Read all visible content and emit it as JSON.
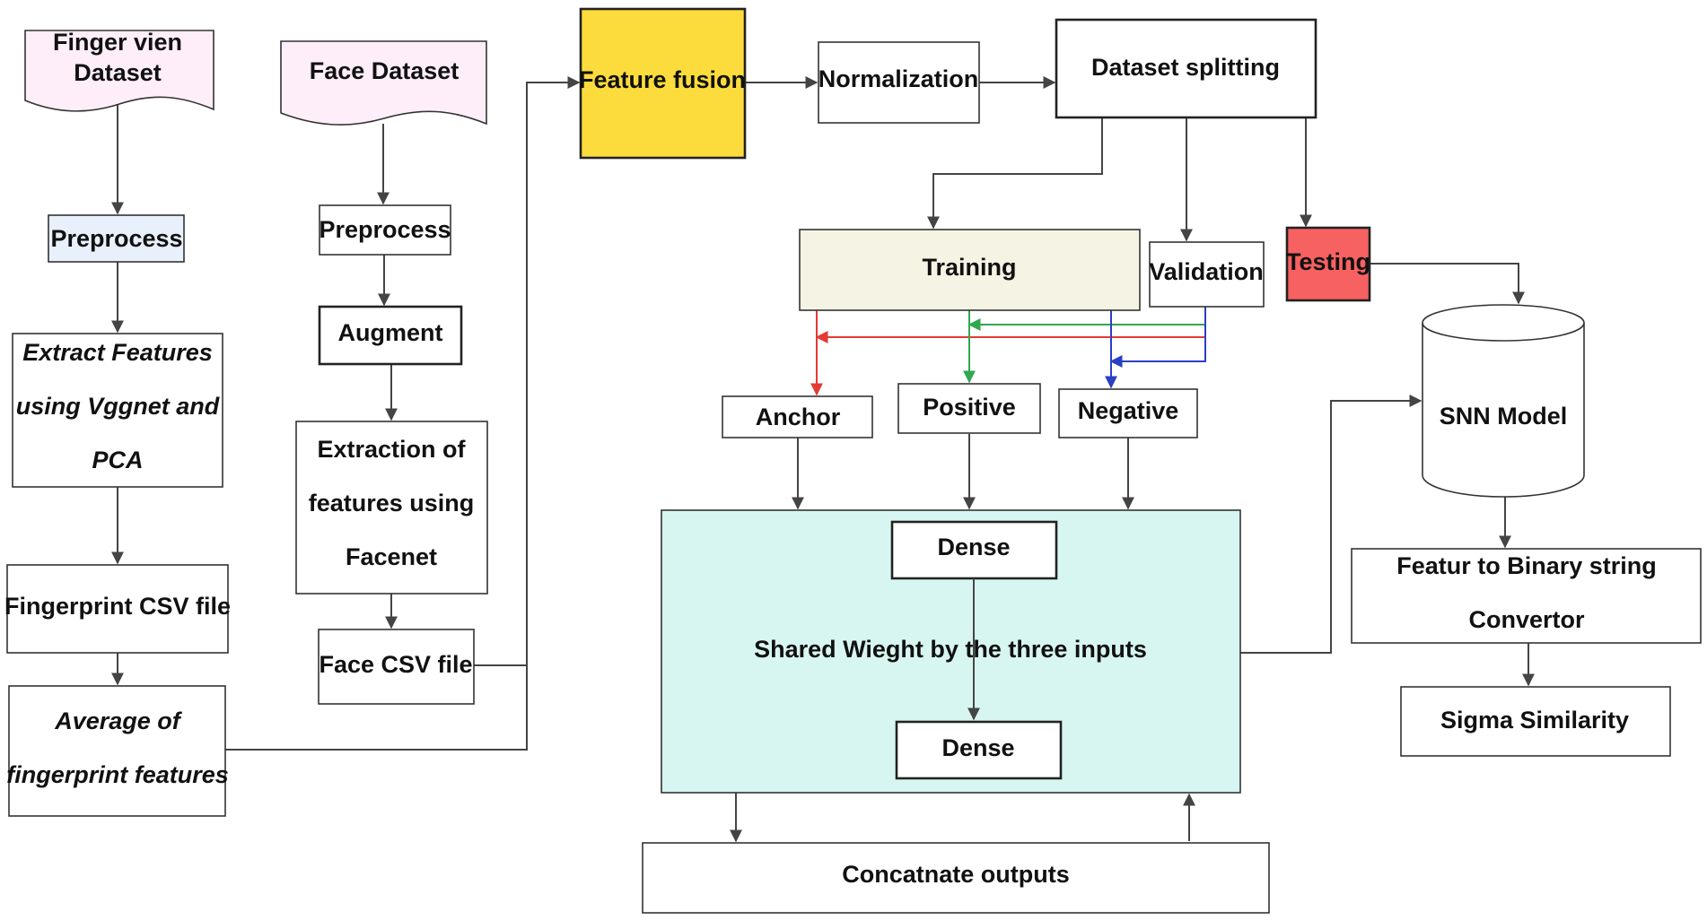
{
  "nodes": {
    "finger_dataset": {
      "lines": [
        "Finger vien",
        "Dataset"
      ],
      "fill": "#fdeefa"
    },
    "face_dataset": {
      "lines": [
        "Face Dataset"
      ],
      "fill": "#fdeefa"
    },
    "preprocess_finger": {
      "lines": [
        "Preprocess"
      ],
      "fill": "#e8f1fb",
      "text_color": "#445566"
    },
    "preprocess_face": {
      "lines": [
        "Preprocess"
      ]
    },
    "augment": {
      "lines": [
        "Augment"
      ]
    },
    "extract_vgg": {
      "lines": [
        "Extract Features",
        "using Vggnet and",
        "PCA"
      ]
    },
    "extract_facenet": {
      "lines": [
        "Extraction  of",
        "features using",
        "Facenet"
      ]
    },
    "fingerprint_csv": {
      "lines": [
        "Fingerprint CSV file"
      ]
    },
    "face_csv": {
      "lines": [
        "Face CSV file"
      ]
    },
    "avg_fingerprint": {
      "lines": [
        "Average of",
        "fingerprint features"
      ]
    },
    "feature_fusion": {
      "lines": [
        "Feature fusion"
      ],
      "fill": "#fcdc3c"
    },
    "normalization": {
      "lines": [
        "Normalization"
      ]
    },
    "dataset_splitting": {
      "lines": [
        "Dataset  splitting"
      ]
    },
    "training": {
      "lines": [
        "Training"
      ],
      "fill": "#f5f3e3"
    },
    "validation": {
      "lines": [
        "Validation"
      ]
    },
    "testing": {
      "lines": [
        "Testing"
      ],
      "fill": "#f86161"
    },
    "anchor": {
      "lines": [
        "Anchor"
      ]
    },
    "positive": {
      "lines": [
        "Positive"
      ]
    },
    "negative": {
      "lines": [
        "Negative"
      ]
    },
    "shared_weight": {
      "lines": [
        "Shared Wieght by the three inputs"
      ],
      "fill": "#d8f6f1"
    },
    "dense_top": {
      "lines": [
        "Dense"
      ]
    },
    "dense_bottom": {
      "lines": [
        "Dense"
      ]
    },
    "concatenate": {
      "lines": [
        "Concatnate outputs"
      ]
    },
    "snn_model": {
      "lines": [
        "SNN Model"
      ]
    },
    "binary_convertor": {
      "lines": [
        "Featur to Binary string",
        "Convertor"
      ]
    },
    "sigma_similarity": {
      "lines": [
        "Sigma Similarity"
      ]
    }
  },
  "colors": {
    "anchor_line": "#e53935",
    "positive_line": "#2fa84f",
    "negative_line": "#2b3fc4"
  }
}
